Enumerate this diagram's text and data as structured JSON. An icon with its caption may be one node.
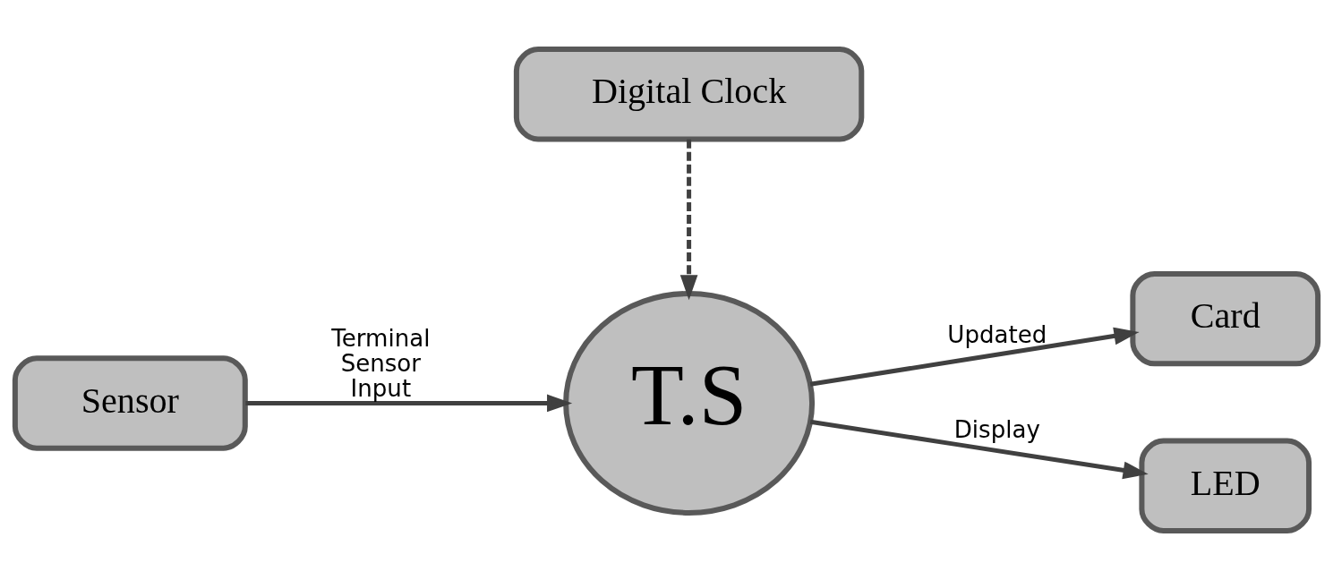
{
  "diagram": {
    "nodes": [
      {
        "text": [
          "Sensor"
        ]
      },
      {
        "text": [
          "T.S"
        ]
      },
      {
        "text": [
          "Card"
        ]
      },
      {
        "text": [
          "LED"
        ]
      },
      {
        "text": [
          "Digital Clock"
        ]
      }
    ],
    "edges": [
      {
        "from": 0,
        "to": 1,
        "arrow": "to",
        "label": "Terminal Sensor Input"
      },
      {
        "from": 1,
        "to": 2,
        "arrow": "to",
        "label": "Updated"
      },
      {
        "from": 1,
        "to": 3,
        "arrow": "to",
        "label": "Display"
      },
      {
        "from": 4,
        "to": 1,
        "arrow": "to",
        "style": "dashed"
      }
    ]
  }
}
